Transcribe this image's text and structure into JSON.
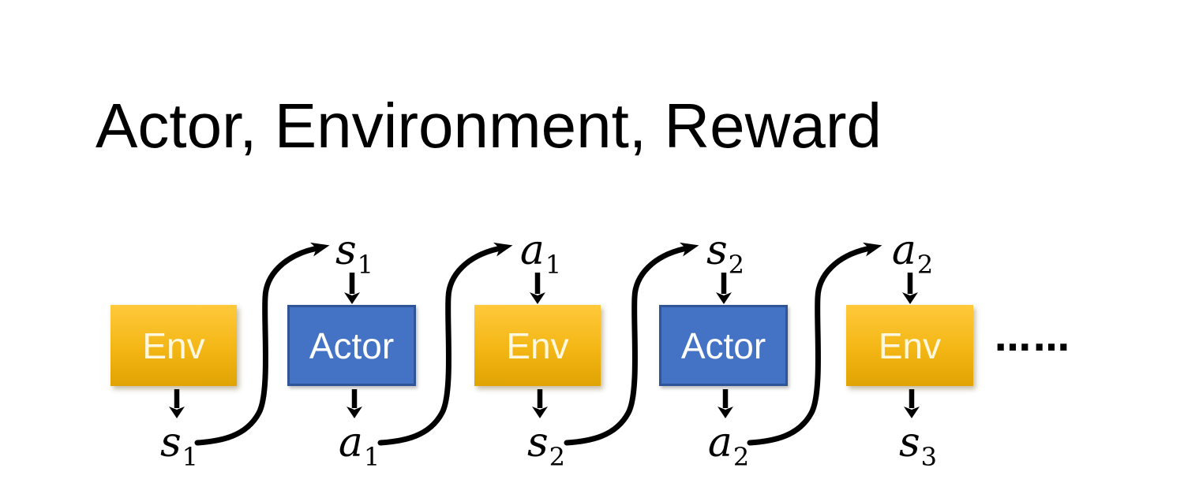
{
  "slide": {
    "title": "Actor, Environment, Reward",
    "ellipsis": "……"
  },
  "diagram": {
    "boxes": [
      {
        "id": "env-1",
        "type": "env",
        "label": "Env"
      },
      {
        "id": "actor-1",
        "type": "actor",
        "label": "Actor"
      },
      {
        "id": "env-2",
        "type": "env",
        "label": "Env"
      },
      {
        "id": "actor-2",
        "type": "actor",
        "label": "Actor"
      },
      {
        "id": "env-3",
        "type": "env",
        "label": "Env"
      }
    ],
    "top_labels": [
      {
        "base": "s",
        "sub": "1"
      },
      {
        "base": "a",
        "sub": "1"
      },
      {
        "base": "s",
        "sub": "2"
      },
      {
        "base": "a",
        "sub": "2"
      }
    ],
    "bottom_labels": [
      {
        "base": "s",
        "sub": "1"
      },
      {
        "base": "a",
        "sub": "1"
      },
      {
        "base": "s",
        "sub": "2"
      },
      {
        "base": "a",
        "sub": "2"
      },
      {
        "base": "s",
        "sub": "3"
      }
    ],
    "colors": {
      "env_gradient_top": "#FFC93C",
      "env_gradient_bottom": "#DFA303",
      "env_text": "#FFF7DE",
      "actor_fill": "#4472C4",
      "actor_border": "#2F5597",
      "actor_text": "#FFFFFF",
      "arrow": "#000000",
      "background": "#FFFFFF",
      "title_text": "#000000"
    }
  }
}
